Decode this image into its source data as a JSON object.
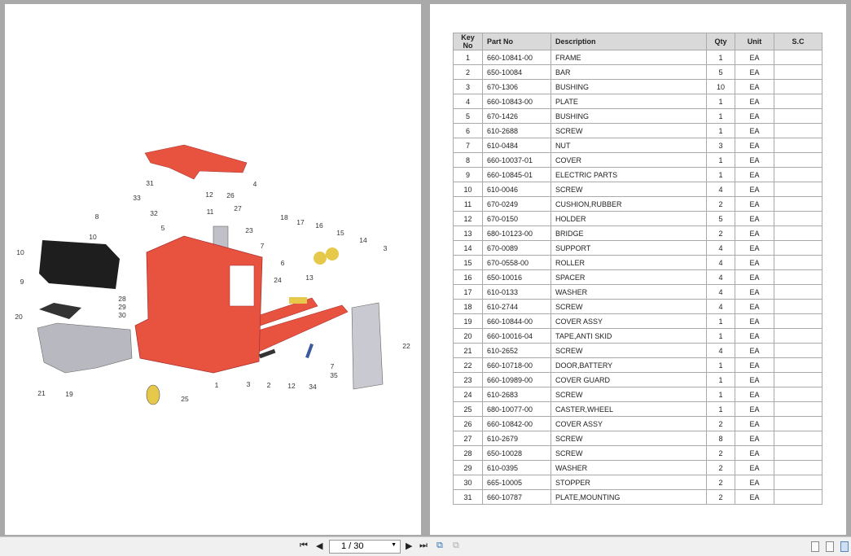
{
  "diagram": {
    "callouts": [
      "4",
      "31",
      "33",
      "12",
      "26",
      "32",
      "11",
      "27",
      "8",
      "5",
      "10",
      "23",
      "18",
      "17",
      "16",
      "15",
      "14",
      "3",
      "7",
      "6",
      "10",
      "24",
      "9",
      "13",
      "28",
      "29",
      "30",
      "20",
      "22",
      "7",
      "35",
      "3",
      "2",
      "12",
      "34",
      "1",
      "21",
      "19",
      "25"
    ]
  },
  "table": {
    "headers": [
      "Key No",
      "Part No",
      "Description",
      "Qty",
      "Unit",
      "S.C"
    ],
    "rows": [
      [
        "1",
        "660-10841-00",
        "FRAME",
        "1",
        "EA",
        ""
      ],
      [
        "2",
        "650-10084",
        "BAR",
        "5",
        "EA",
        ""
      ],
      [
        "3",
        "670-1306",
        "BUSHING",
        "10",
        "EA",
        ""
      ],
      [
        "4",
        "660-10843-00",
        "PLATE",
        "1",
        "EA",
        ""
      ],
      [
        "5",
        "670-1426",
        "BUSHING",
        "1",
        "EA",
        ""
      ],
      [
        "6",
        "610-2688",
        "SCREW",
        "1",
        "EA",
        ""
      ],
      [
        "7",
        "610-0484",
        "NUT",
        "3",
        "EA",
        ""
      ],
      [
        "8",
        "660-10037-01",
        "COVER",
        "1",
        "EA",
        ""
      ],
      [
        "9",
        "660-10845-01",
        "ELECTRIC PARTS",
        "1",
        "EA",
        ""
      ],
      [
        "10",
        "610-0046",
        "SCREW",
        "4",
        "EA",
        ""
      ],
      [
        "11",
        "670-0249",
        "CUSHION,RUBBER",
        "2",
        "EA",
        ""
      ],
      [
        "12",
        "670-0150",
        "HOLDER",
        "5",
        "EA",
        ""
      ],
      [
        "13",
        "680-10123-00",
        "BRIDGE",
        "2",
        "EA",
        ""
      ],
      [
        "14",
        "670-0089",
        "SUPPORT",
        "4",
        "EA",
        ""
      ],
      [
        "15",
        "670-0558-00",
        "ROLLER",
        "4",
        "EA",
        ""
      ],
      [
        "16",
        "650-10016",
        "SPACER",
        "4",
        "EA",
        ""
      ],
      [
        "17",
        "610-0133",
        "WASHER",
        "4",
        "EA",
        ""
      ],
      [
        "18",
        "610-2744",
        "SCREW",
        "4",
        "EA",
        ""
      ],
      [
        "19",
        "660-10844-00",
        "COVER ASSY",
        "1",
        "EA",
        ""
      ],
      [
        "20",
        "660-10016-04",
        "TAPE,ANTI SKID",
        "1",
        "EA",
        ""
      ],
      [
        "21",
        "610-2652",
        "SCREW",
        "4",
        "EA",
        ""
      ],
      [
        "22",
        "660-10718-00",
        "DOOR,BATTERY",
        "1",
        "EA",
        ""
      ],
      [
        "23",
        "660-10989-00",
        "COVER GUARD",
        "1",
        "EA",
        ""
      ],
      [
        "24",
        "610-2683",
        "SCREW",
        "1",
        "EA",
        ""
      ],
      [
        "25",
        "680-10077-00",
        "CASTER,WHEEL",
        "1",
        "EA",
        ""
      ],
      [
        "26",
        "660-10842-00",
        "COVER ASSY",
        "2",
        "EA",
        ""
      ],
      [
        "27",
        "610-2679",
        "SCREW",
        "8",
        "EA",
        ""
      ],
      [
        "28",
        "650-10028",
        "SCREW",
        "2",
        "EA",
        ""
      ],
      [
        "29",
        "610-0395",
        "WASHER",
        "2",
        "EA",
        ""
      ],
      [
        "30",
        "665-10005",
        "STOPPER",
        "2",
        "EA",
        ""
      ],
      [
        "31",
        "660-10787",
        "PLATE,MOUNTING",
        "2",
        "EA",
        ""
      ]
    ]
  },
  "toolbar": {
    "page_value": "1 / 30",
    "first_icon": "first-page-icon",
    "prev_icon": "prev-page-icon",
    "next_icon": "next-page-icon",
    "last_icon": "last-page-icon"
  },
  "colors": {
    "frame_red": "#e8533f",
    "roller_yellow": "#e6c84a",
    "cover_gray": "#b8b8c0"
  }
}
